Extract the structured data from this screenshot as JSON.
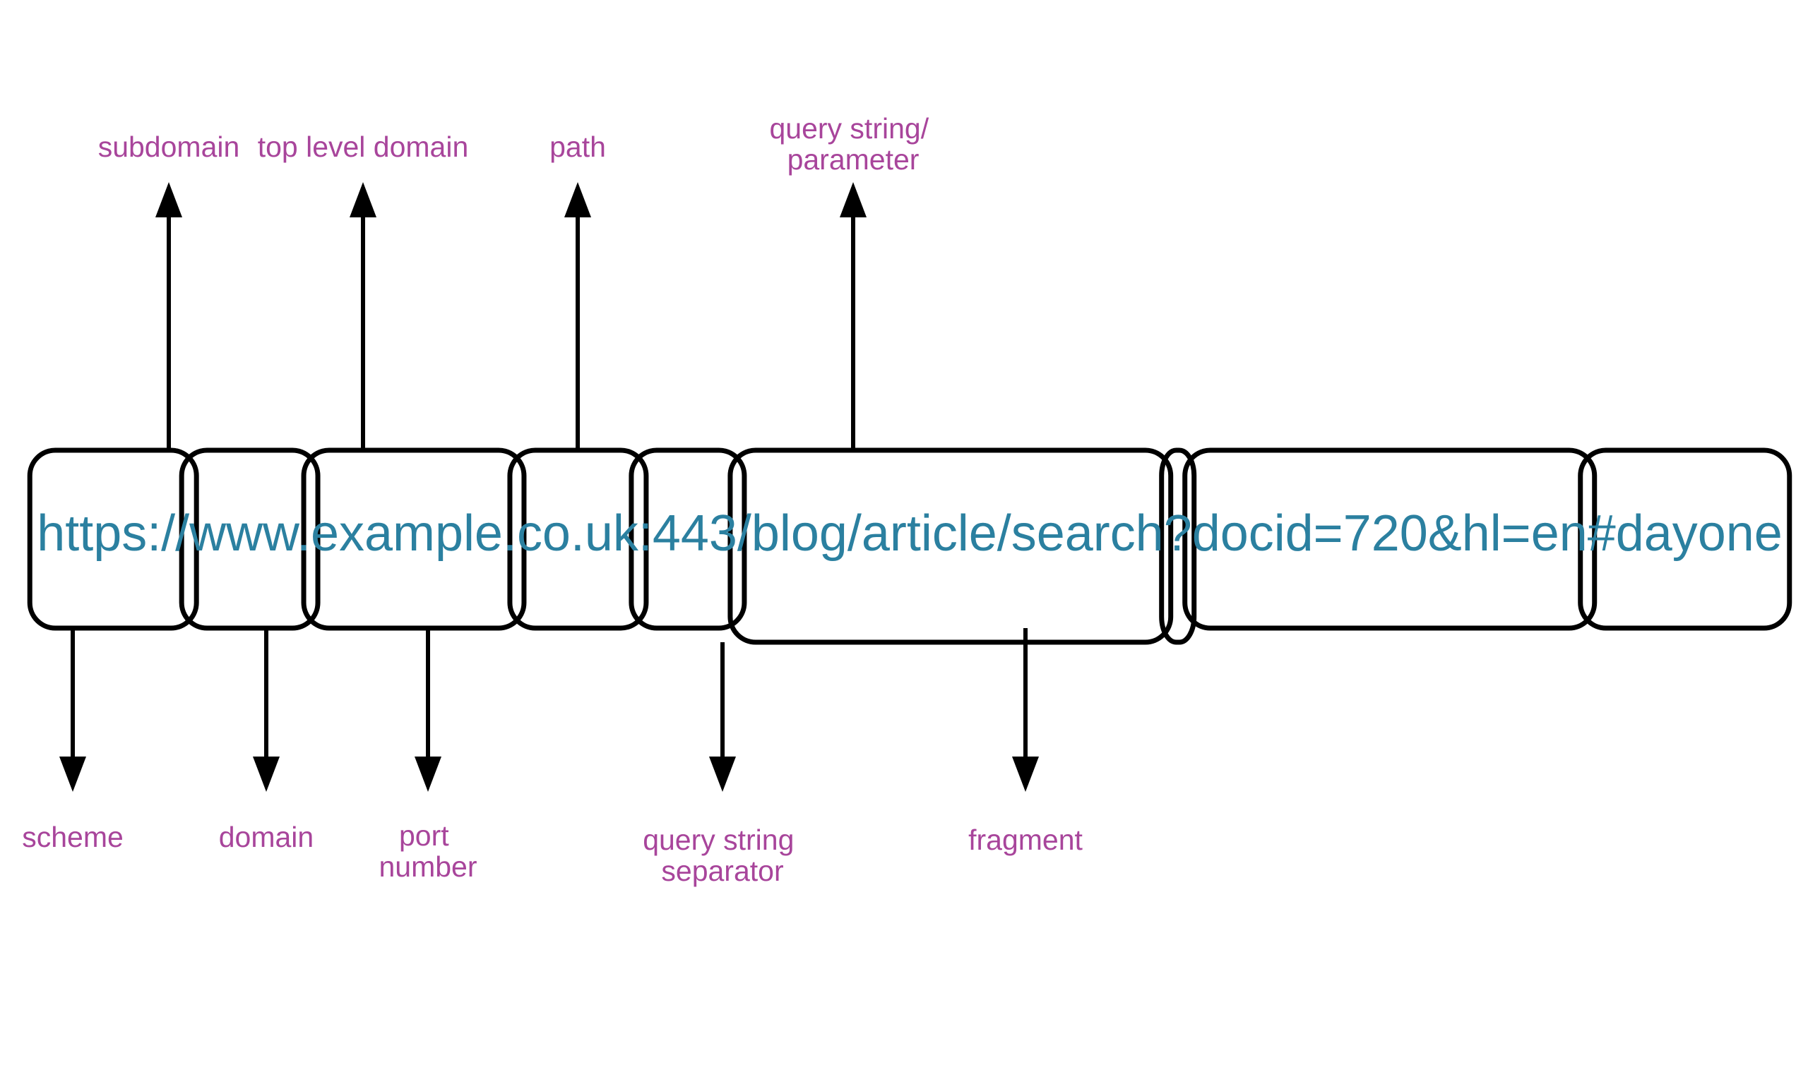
{
  "diagram": {
    "title": "URL anatomy diagram",
    "background_color": "#ffffff",
    "url_text_color": "#2B80A0",
    "label_color": "#A8459B",
    "box_stroke_color": "#000000",
    "url_full": "https://www.example.co.uk:443/blog/article/search?docid=720&hl=en#dayone",
    "url_segments": [
      {
        "key": "scheme",
        "text": "https://",
        "label": "scheme"
      },
      {
        "key": "subdomain",
        "text": "www.",
        "label": "subdomain"
      },
      {
        "key": "domain",
        "text": "example.",
        "label": "domain"
      },
      {
        "key": "tld",
        "text": "co.uk",
        "label": "top level domain"
      },
      {
        "key": "port",
        "text": ":443",
        "label": "port number"
      },
      {
        "key": "path",
        "text": "/blog/article/search",
        "label": "path"
      },
      {
        "key": "query_separator",
        "text": "?",
        "label": "query string separator"
      },
      {
        "key": "query_string",
        "text": "docid=720&hl=en",
        "label": "query string/ parameter"
      },
      {
        "key": "fragment",
        "text": "#dayone",
        "label": "fragment"
      }
    ],
    "labels_above": [
      {
        "key": "subdomain",
        "line1": "subdomain",
        "line2": ""
      },
      {
        "key": "tld",
        "line1": "top level domain",
        "line2": ""
      },
      {
        "key": "path",
        "line1": "path",
        "line2": ""
      },
      {
        "key": "query_string",
        "line1": "query string/",
        "line2": "parameter"
      }
    ],
    "labels_below": [
      {
        "key": "scheme",
        "line1": "scheme",
        "line2": ""
      },
      {
        "key": "domain",
        "line1": "domain",
        "line2": ""
      },
      {
        "key": "port",
        "line1": "port",
        "line2": "number"
      },
      {
        "key": "query_separator",
        "line1": "query string",
        "line2": "separator"
      },
      {
        "key": "fragment",
        "line1": "fragment",
        "line2": ""
      }
    ]
  }
}
